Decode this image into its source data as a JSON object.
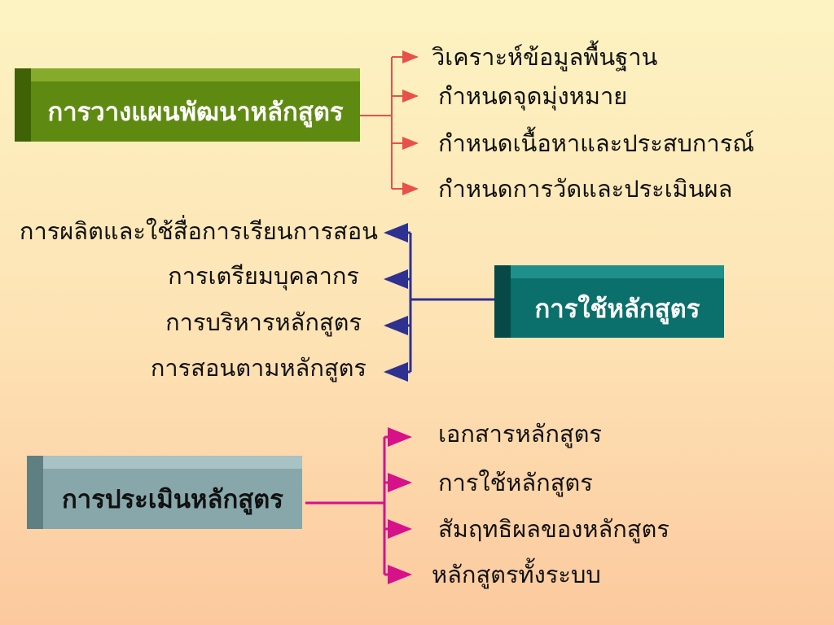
{
  "groups": [
    {
      "title": "การวางแผนพัฒนาหลักสูตร",
      "items": [
        "วิเคราะห์ข้อมูลพื้นฐาน",
        "กำหนดจุดมุ่งหมาย",
        "กำหนดเนื้อหาและประสบการณ์",
        "กำหนดการวัดและประเมินผล"
      ],
      "color": "#e8504a"
    },
    {
      "title": "การใช้หลักสูตร",
      "items": [
        "การผลิตและใช้สื่อการเรียนการสอน",
        "การเตรียมบุคลากร",
        "การบริหารหลักสูตร",
        "การสอนตามหลักสูตร"
      ],
      "color": "#2e3190"
    },
    {
      "title": "การประเมินหลักสูตร",
      "items": [
        "เอกสารหลักสูตร",
        "การใช้หลักสูตร",
        "สัมฤทธิผลของหลักสูตร",
        "หลักสูตรทั้งระบบ"
      ],
      "color": "#d6118a"
    }
  ],
  "box_colors": {
    "planning": {
      "face": "#5f8a12",
      "top": "#86ab2c",
      "side": "#3f6207",
      "text": "#ffffff"
    },
    "use": {
      "face": "#0b6f6c",
      "top": "#1f8f8b",
      "side": "#064946",
      "text": "#ffffff"
    },
    "evaluation": {
      "face": "#88a7aa",
      "top": "#a9c2c4",
      "side": "#5f7f82",
      "text": "#111111"
    }
  }
}
